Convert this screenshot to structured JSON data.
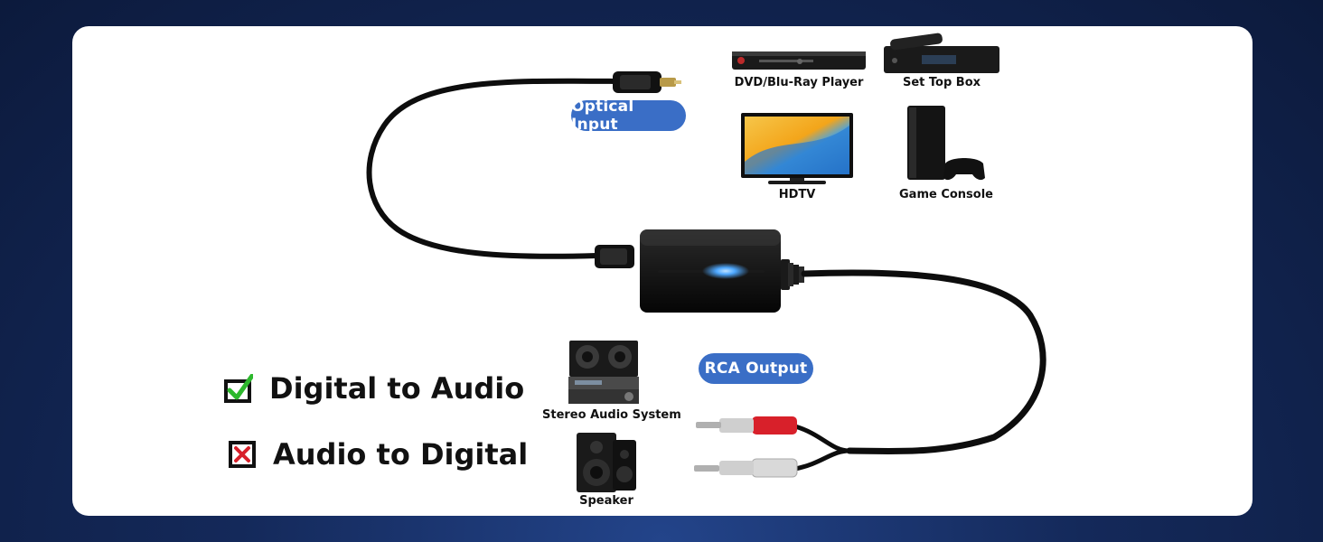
{
  "labels": {
    "optical_input": "Optical Input",
    "rca_output": "RCA Output"
  },
  "devices": {
    "dvd": "DVD/Blu-Ray Player",
    "settop": "Set Top Box",
    "hdtv": "HDTV",
    "console": "Game Console",
    "stereo": "Stereo Audio System",
    "speaker": "Speaker"
  },
  "features": {
    "supported": "Digital to Audio",
    "unsupported": "Audio to Digital"
  },
  "colors": {
    "background": "#14295a",
    "pill": "#3a6ec6",
    "check": "#2db82d",
    "cross": "#d8202a",
    "rca_red": "#d8202a",
    "rca_white": "#d9d9d9"
  },
  "icons": {
    "supported": "check-icon",
    "unsupported": "cross-icon"
  }
}
